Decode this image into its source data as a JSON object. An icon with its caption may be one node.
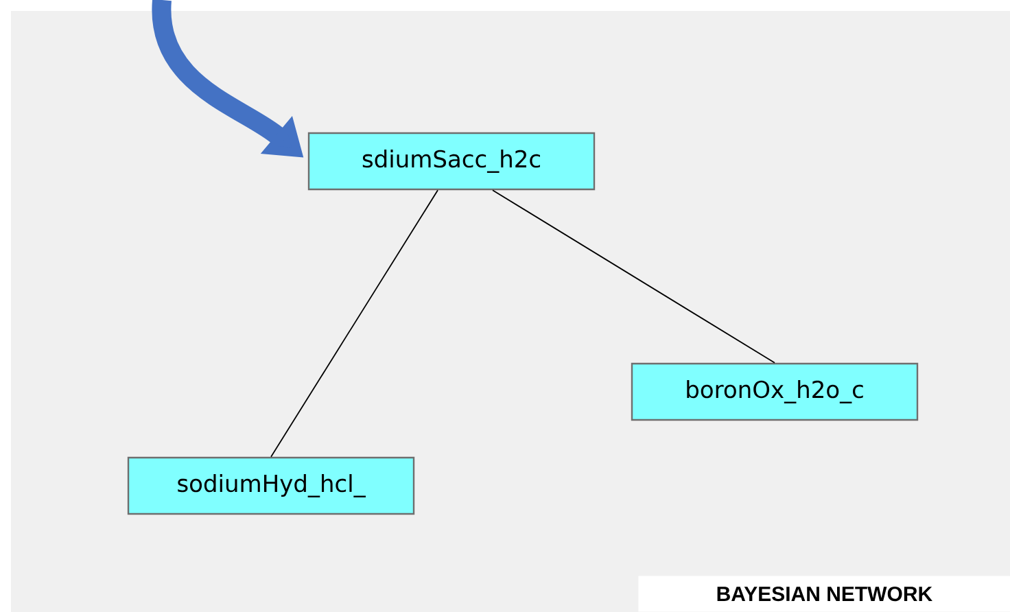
{
  "diagram": {
    "nodes": [
      {
        "text": [
          "sdiumSacc_h2c"
        ]
      },
      {
        "text": [
          "boronOx_h2o_c"
        ]
      },
      {
        "text": [
          "sodiumHyd_hcl_"
        ]
      }
    ],
    "edges": [
      {
        "from": null,
        "to": 0,
        "arrow": "to",
        "style": "thick",
        "color": "#4472c4"
      },
      {
        "from": 0,
        "to": 2,
        "arrow": "none"
      },
      {
        "from": 0,
        "to": 1,
        "arrow": "none"
      }
    ],
    "labels": [
      "BAYESIAN NETWORK"
    ]
  }
}
